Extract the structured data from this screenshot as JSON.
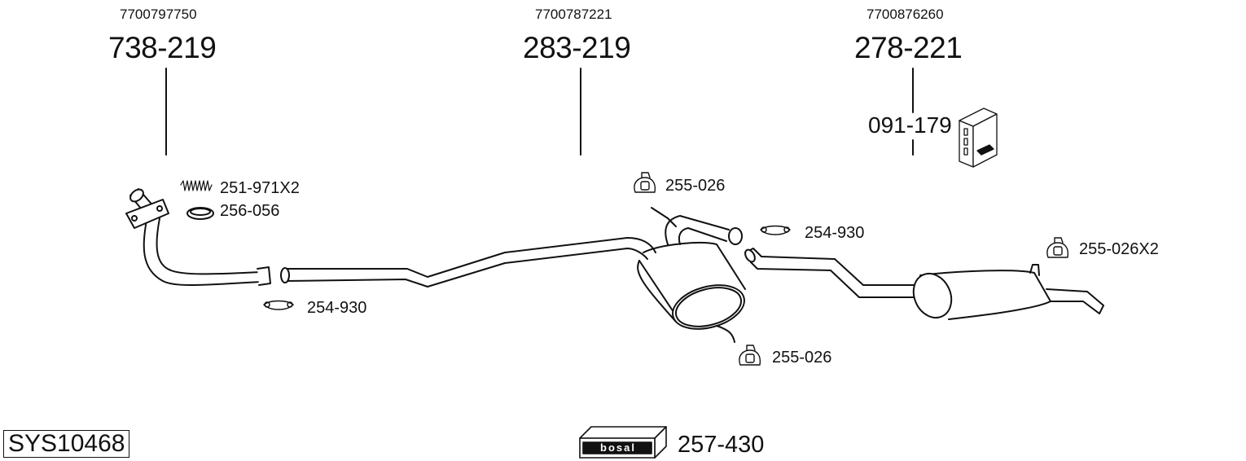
{
  "diagram": {
    "system_id": "SYS10468",
    "brand": "bosal",
    "main_parts": [
      {
        "oe_number": "7700797750",
        "part_number": "738-219"
      },
      {
        "oe_number": "7700787221",
        "part_number": "283-219"
      },
      {
        "oe_number": "7700876260",
        "part_number": "278-221"
      }
    ],
    "mounting_kit": {
      "part_number": "091-179"
    },
    "accessories": [
      {
        "part_number": "251-971X2",
        "icon": "spring-icon"
      },
      {
        "part_number": "256-056",
        "icon": "sealing-ring-icon"
      },
      {
        "part_number": "254-930",
        "icon": "clamp-icon"
      },
      {
        "part_number": "255-026",
        "icon": "rubber-mount-icon"
      },
      {
        "part_number": "254-930",
        "icon": "clamp-icon"
      },
      {
        "part_number": "255-026X2",
        "icon": "rubber-mount-icon"
      },
      {
        "part_number": "255-026",
        "icon": "rubber-mount-icon"
      }
    ],
    "assembly_kit": {
      "part_number": "257-430",
      "box_label": "bosal"
    }
  }
}
